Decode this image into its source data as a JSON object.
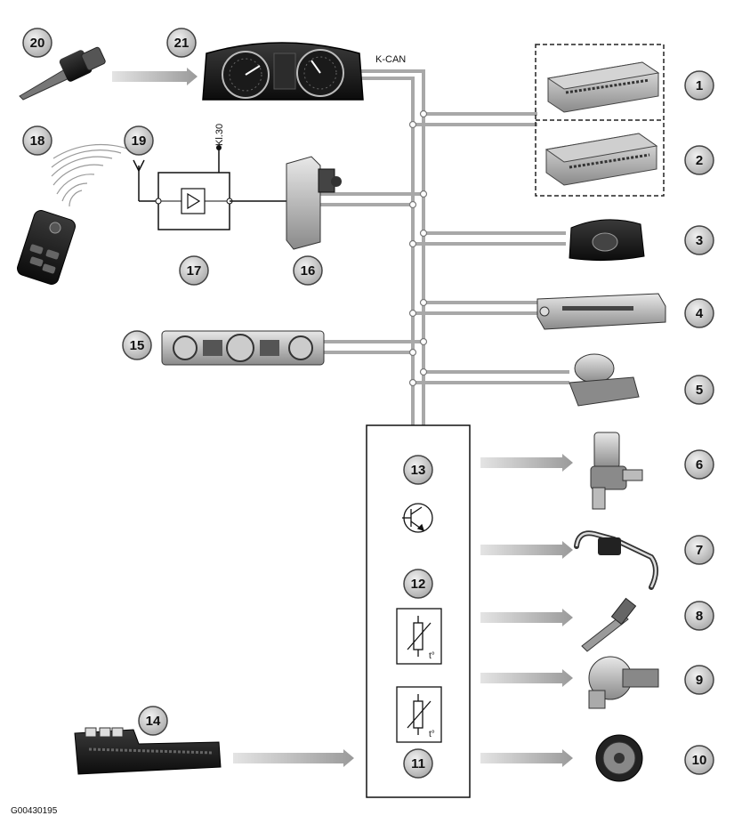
{
  "bus_label": "K-CAN",
  "terminal_label": "Kl.30",
  "figure_id": "G00430195",
  "refs": {
    "r1": "1",
    "r2": "2",
    "r3": "3",
    "r4": "4",
    "r5": "5",
    "r6": "6",
    "r7": "7",
    "r8": "8",
    "r9": "9",
    "r10": "10",
    "r11": "11",
    "r12": "12",
    "r13": "13",
    "r14": "14",
    "r15": "15",
    "r16": "16",
    "r17": "17",
    "r18": "18",
    "r19": "19",
    "r20": "20",
    "r21": "21"
  },
  "colors": {
    "wire": "#a8a8a8",
    "arrow": "#b4b4b4",
    "badge_fill": "#d6d6d6",
    "component_dark": "#1e1e1e",
    "component_mid": "#8c8c8c"
  }
}
